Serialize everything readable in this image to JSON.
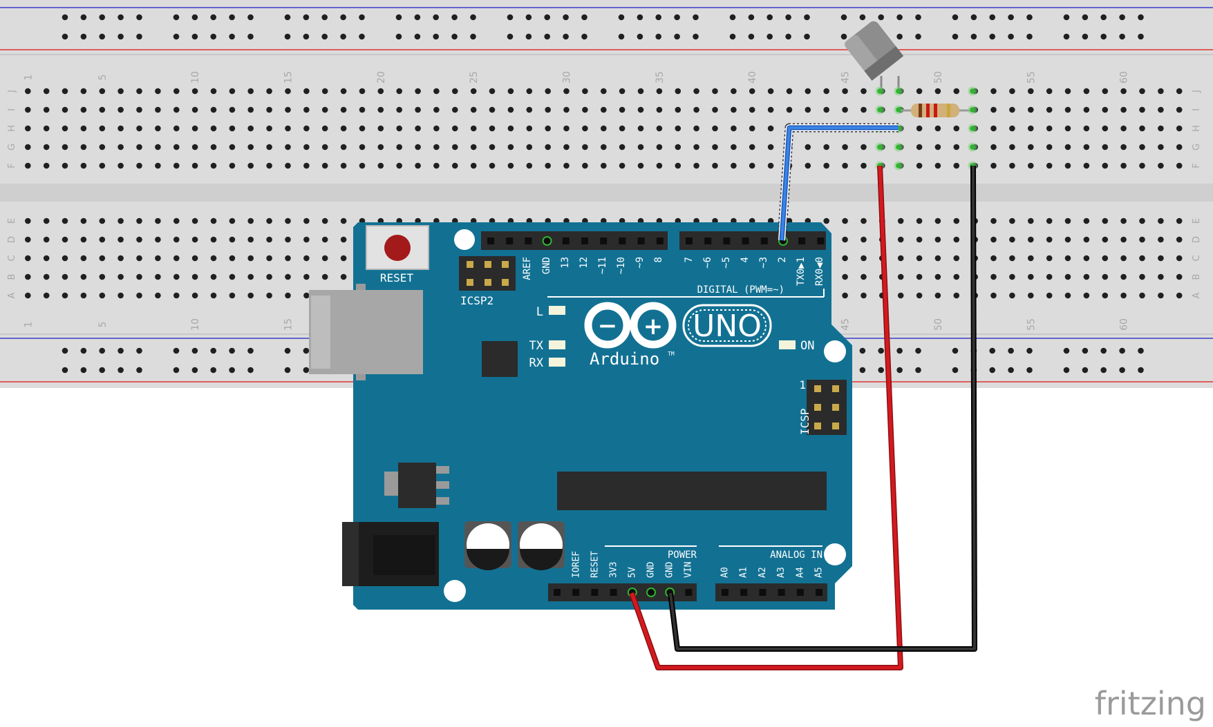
{
  "breadboard": {
    "column_numbers": [
      "1",
      "5",
      "10",
      "15",
      "20",
      "25",
      "30",
      "35",
      "40",
      "45",
      "50",
      "55",
      "60"
    ],
    "row_letters_top": [
      "J",
      "I",
      "H",
      "G",
      "F"
    ],
    "row_letters_bottom": [
      "E",
      "D",
      "C",
      "B",
      "A"
    ]
  },
  "arduino": {
    "reset_label": "RESET",
    "icsp2_label": "ICSP2",
    "icsp_label": "ICSP",
    "icsp_pin1_label": "1",
    "digital_header_label": "DIGITAL (PWM=~)",
    "digital_pins": [
      "AREF",
      "GND",
      "13",
      "12",
      "~11",
      "~10",
      "~9",
      "8",
      "7",
      "~6",
      "~5",
      "4",
      "~3",
      "2",
      "TX0▶1",
      "RX0◀0"
    ],
    "led_l_label": "L",
    "led_tx_label": "TX",
    "led_rx_label": "RX",
    "on_label": "ON",
    "logo_minus": "−",
    "logo_plus": "+",
    "uno_label": "UNO",
    "brand_label": "Arduino",
    "trademark": "TM",
    "power_header_label": "POWER",
    "power_pins": [
      "IOREF",
      "RESET",
      "3V3",
      "5V",
      "GND",
      "GND",
      "VIN"
    ],
    "analog_header_label": "ANALOG IN",
    "analog_pins": [
      "A0",
      "A1",
      "A2",
      "A3",
      "A4",
      "A5"
    ]
  },
  "watermark": "fritzing",
  "colors": {
    "board": "#127193",
    "breadboard": "#dcdcdc",
    "wire_signal": "#3a7ad6",
    "wire_power": "#c8161b",
    "wire_ground": "#222222",
    "rail_red": "#e03232",
    "rail_blue": "#3c3ccc"
  }
}
